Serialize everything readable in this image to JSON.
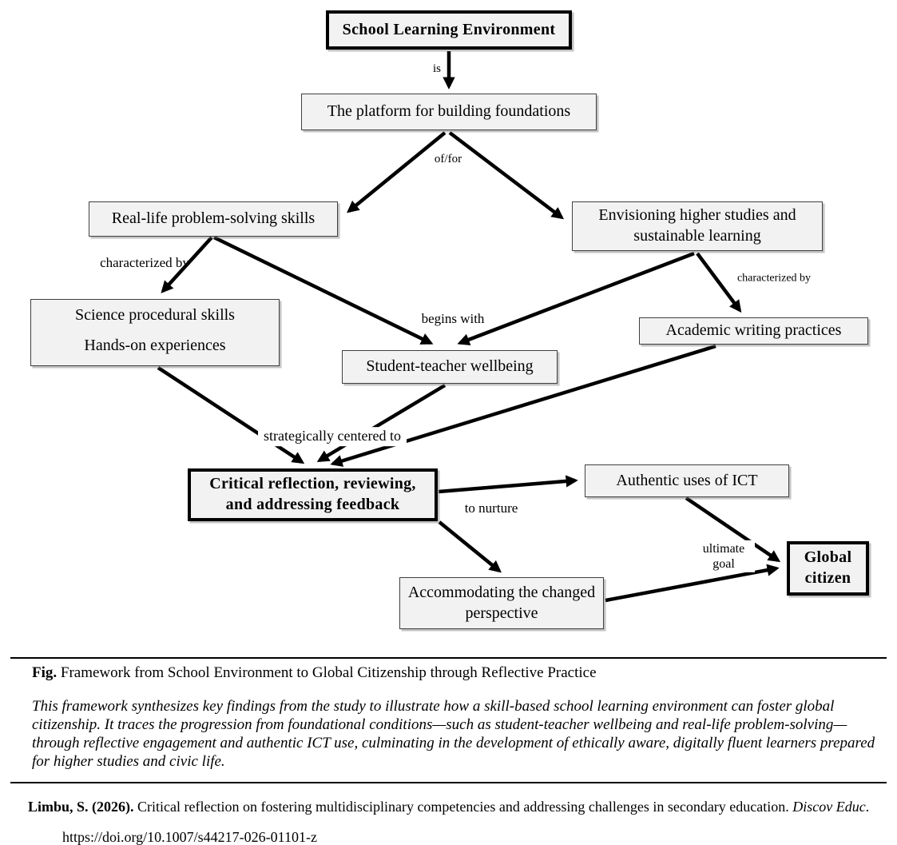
{
  "diagram": {
    "nodes": {
      "school": "School Learning Environment",
      "platform": "The platform for building foundations",
      "real_life": "Real-life problem-solving skills",
      "envisioning_line1": "Envisioning higher studies and",
      "envisioning_line2": "sustainable learning",
      "science_line1": "Science procedural skills",
      "science_line2": "Hands-on experiences",
      "student_teacher": "Student-teacher wellbeing",
      "academic": "Academic writing practices",
      "critical_line1": "Critical reflection, reviewing,",
      "critical_line2": "and addressing feedback",
      "ict": "Authentic uses of ICT",
      "accommodating_line1": "Accommodating the changed",
      "accommodating_line2": "perspective",
      "global_line1": "Global",
      "global_line2": "citizen"
    },
    "edge_labels": {
      "is": "is",
      "of_for": "of/for",
      "characterized_by_left": "characterized by",
      "characterized_by_right": "characterized by",
      "begins_with": "begins with",
      "strategically_centered": "strategically centered to",
      "to_nurture": "to nurture",
      "ultimate_goal": "ultimate goal"
    },
    "colors": {
      "box_fill": "#f2f2f2",
      "box_border": "#404040",
      "emphasis_border": "#000000",
      "arrow": "#000000"
    }
  },
  "caption": {
    "fig_label": "Fig.",
    "title": "Framework from School Environment to Global Citizenship through Reflective Practice",
    "description": "This framework synthesizes key findings from the study to illustrate how a skill-based school learning environment can foster global citizenship. It traces the progression from foundational conditions—such as student-teacher wellbeing and real-life problem-solving—through reflective engagement and authentic ICT use, culminating in the development of ethically aware, digitally fluent learners prepared for higher studies and civic life."
  },
  "reference": {
    "authors": "Limbu, S. (2026).",
    "title": "Critical reflection on fostering multidisciplinary competencies and addressing challenges in secondary education.",
    "journal": "Discov Educ",
    "doi_suffix": ". https://doi.org/10.1007/s44217-026-01101-z"
  }
}
